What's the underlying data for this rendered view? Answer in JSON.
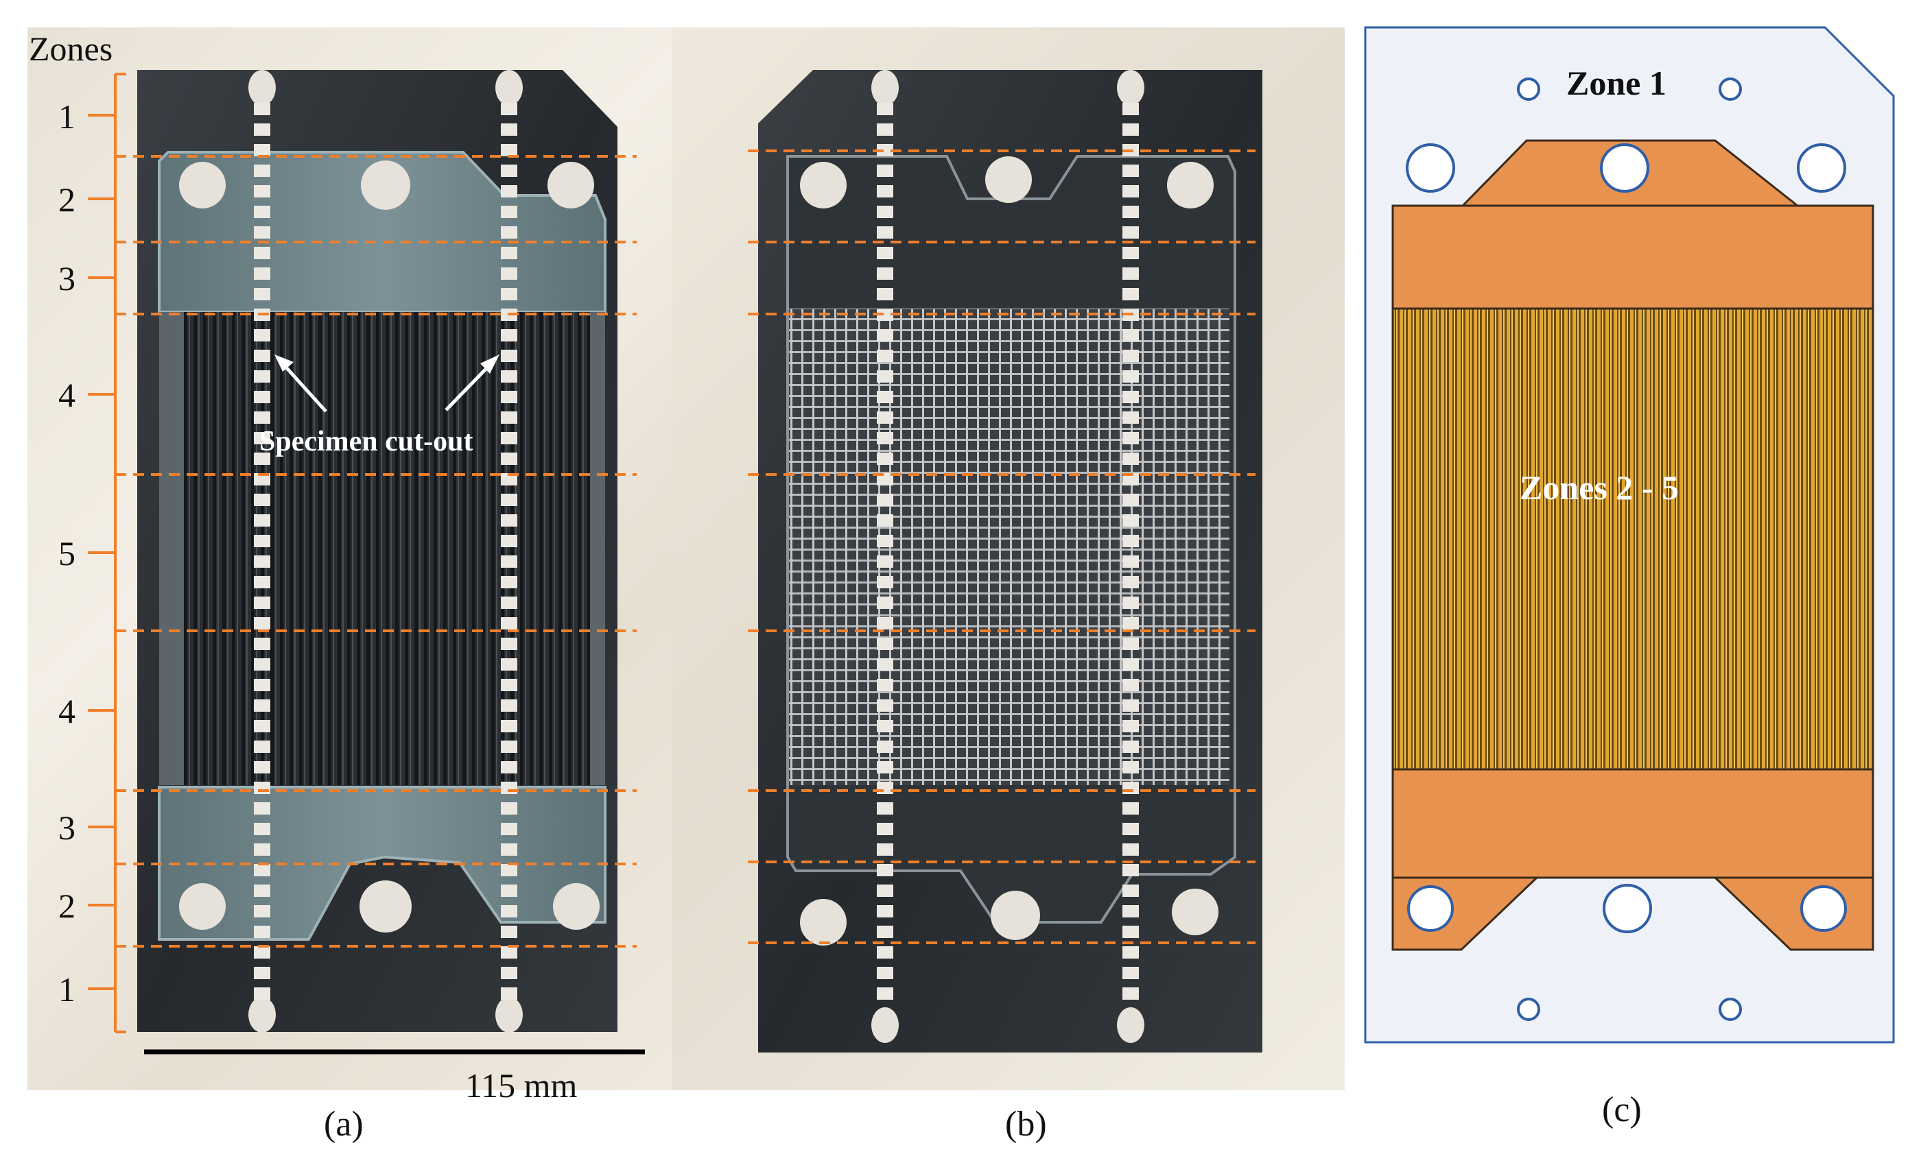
{
  "zones_title": "Zones",
  "zone_labels": [
    "1",
    "2",
    "3",
    "4",
    "5",
    "4",
    "3",
    "2",
    "1"
  ],
  "specimen_label": "Specimen cut-out",
  "scale_label": "115  mm",
  "captions": {
    "a": "(a)",
    "b": "(b)",
    "c": "(c)"
  },
  "schematic": {
    "zone1_label": "Zone 1",
    "zones25_label": "Zones 2 - 5"
  },
  "colors": {
    "zone_lines": "#f07f2a",
    "plate_dark": "#2b2f33",
    "schematic_fill": "#e8924f",
    "schematic_bg": "#eef2f8",
    "schematic_outline": "#2f5ea8",
    "channel_stripes": "#e0a630"
  }
}
